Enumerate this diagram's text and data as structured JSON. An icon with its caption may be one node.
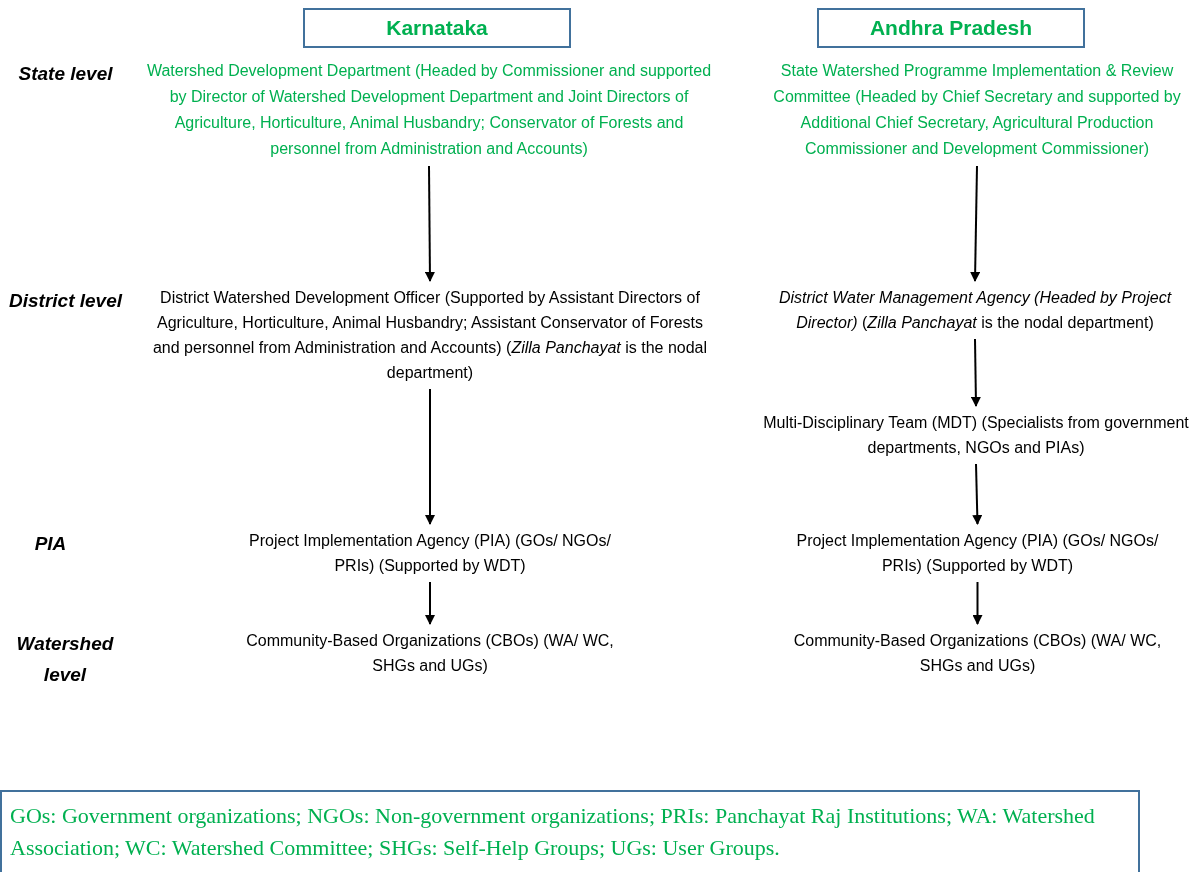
{
  "diagram": {
    "nodes": [
      {
        "text": [
          "Karnataka"
        ]
      },
      {
        "text": [
          "Andhra Pradesh"
        ]
      },
      {
        "text": [
          "Watershed Development Department (Headed by Commissioner and supported by Director of Watershed Development Department and Joint Directors of Agriculture, Horticulture, Animal Husbandry; Conservator of Forests and personnel from Administration and Accounts)"
        ]
      },
      {
        "text": [
          "State Watershed Programme Implementation & Review Committee (Headed by Chief Secretary and supported by Additional Chief Secretary, Agricultural Production Commissioner and Development Commissioner)"
        ]
      },
      {
        "text": [
          "District Watershed Development Officer (Supported by Assistant Directors of Agriculture, Horticulture, Animal Husbandry; Assistant Conservator of Forests and personnel from Administration and Accounts) (*Zilla Panchayat* is the nodal department)"
        ]
      },
      {
        "text": [
          "*District Water Management Agency (Headed by Project Director)* (*Zilla Panchayat* is the nodal department)"
        ]
      },
      {
        "text": [
          "Multi-Disciplinary Team (MDT) (Specialists from government departments, NGOs and PIAs)"
        ]
      },
      {
        "text": [
          "Project Implementation Agency (PIA) (GOs/ NGOs/ PRIs) (Supported by WDT)"
        ]
      },
      {
        "text": [
          "Project Implementation Agency (PIA) (GOs/ NGOs/ PRIs) (Supported by WDT)"
        ]
      },
      {
        "text": [
          "Community-Based Organizations (CBOs) (WA/ WC, SHGs and UGs)"
        ]
      },
      {
        "text": [
          "Community-Based Organizations (CBOs) (WA/ WC, SHGs and UGs)"
        ]
      },
      {
        "text": [
          "GOs: Government organizations; NGOs: Non-government organizations; PRIs: Panchayat Raj Institutions; WA: Watershed Association; WC: Watershed Committee; SHGs: Self-Help Groups; UGs: User Groups."
        ]
      }
    ],
    "edges": [
      {
        "from": 2,
        "to": 4,
        "arrow": "to"
      },
      {
        "from": 4,
        "to": 7,
        "arrow": "to"
      },
      {
        "from": 7,
        "to": 9,
        "arrow": "to"
      },
      {
        "from": 3,
        "to": 5,
        "arrow": "to"
      },
      {
        "from": 5,
        "to": 6,
        "arrow": "to"
      },
      {
        "from": 6,
        "to": 8,
        "arrow": "to"
      },
      {
        "from": 8,
        "to": 10,
        "arrow": "to"
      }
    ],
    "labels": [
      "State level",
      "District level",
      "PIA",
      "Watershed level"
    ]
  }
}
